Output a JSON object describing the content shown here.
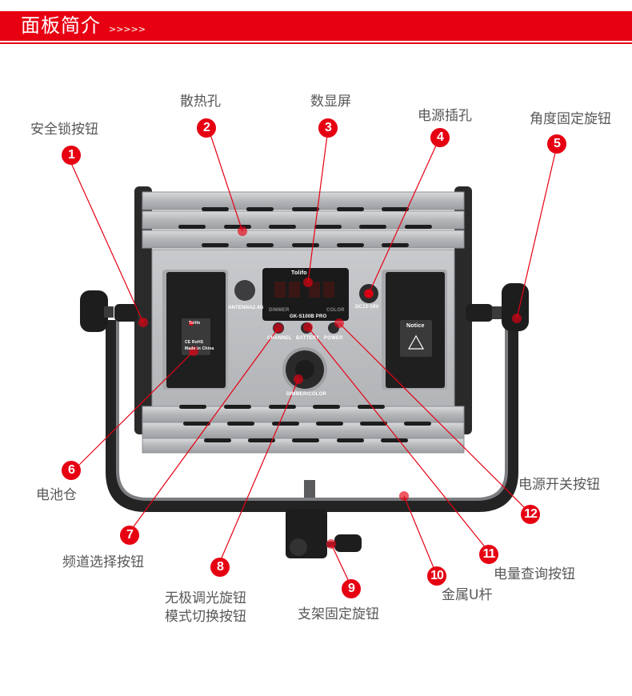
{
  "header": {
    "title": "面板简介",
    "arrows": ">>>>>",
    "accent_color": "#e60012"
  },
  "panel": {
    "display_brand": "Tolifo",
    "display_left": "DIMMER",
    "display_right": "COLOR",
    "model": "GK-S100B PRO",
    "antenna_label": "ANTENNA2.4G",
    "dc_label": "DC13-19V",
    "buttons": [
      "CHANNEL",
      "BATTERY",
      "POWER"
    ],
    "knob_label": "DIMMER/COLOR",
    "battery_left_label": "Tolifo",
    "battery_left_footer": "Made in China",
    "battery_left_marks": "CE RoHS",
    "battery_right_label": "Notice"
  },
  "callouts": [
    {
      "num": "1",
      "label": "安全锁按钮"
    },
    {
      "num": "2",
      "label": "散热孔"
    },
    {
      "num": "3",
      "label": "数显屏"
    },
    {
      "num": "4",
      "label": "电源插孔"
    },
    {
      "num": "5",
      "label": "角度固定旋钮"
    },
    {
      "num": "6",
      "label": "电池仓"
    },
    {
      "num": "7",
      "label": "频道选择按钮"
    },
    {
      "num": "8",
      "label_line1": "无极调光旋钮",
      "label_line2": "模式切换按钮"
    },
    {
      "num": "9",
      "label": "支架固定旋钮"
    },
    {
      "num": "10",
      "label": "金属U杆"
    },
    {
      "num": "11",
      "label": "电量查询按钮"
    },
    {
      "num": "12",
      "label": "电源开关按钮"
    }
  ]
}
